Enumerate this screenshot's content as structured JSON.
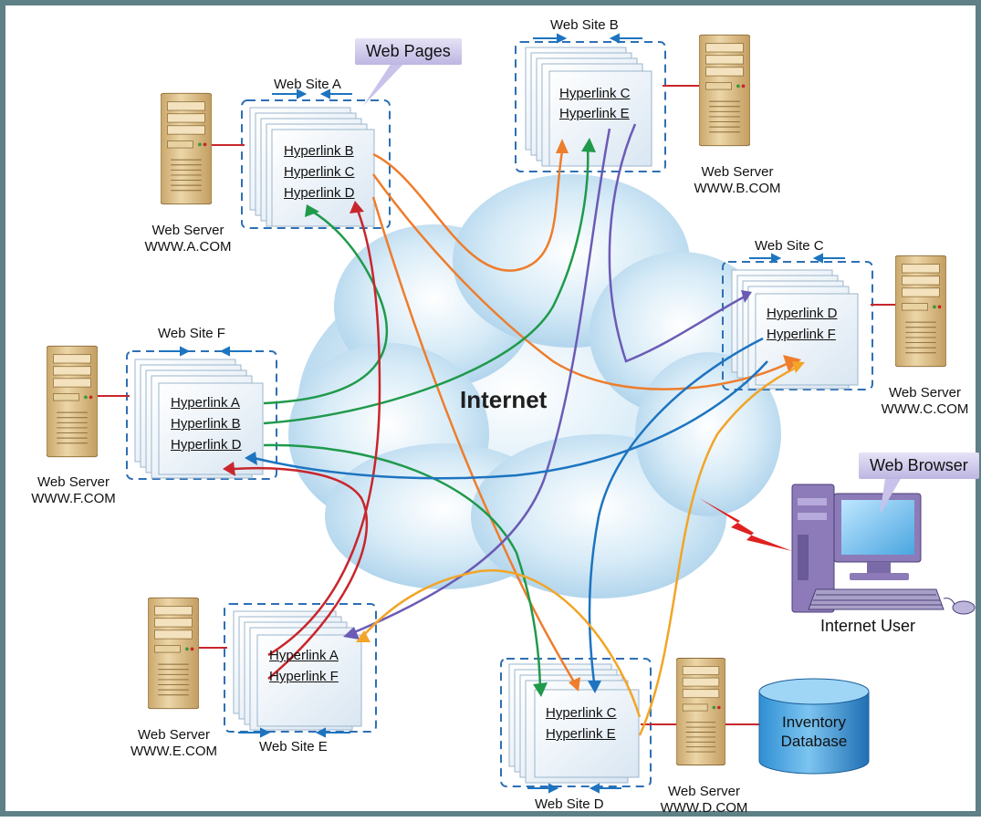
{
  "center_label": "Internet",
  "callouts": {
    "web_pages": "Web Pages",
    "web_browser": "Web Browser"
  },
  "server_title": "Web Server",
  "sites": {
    "A": {
      "site_label": "Web Site A",
      "domain": "WWW.A.COM",
      "links": [
        "Hyperlink B",
        "Hyperlink C",
        "Hyperlink D"
      ]
    },
    "B": {
      "site_label": "Web Site B",
      "domain": "WWW.B.COM",
      "links": [
        "Hyperlink C",
        "Hyperlink E"
      ]
    },
    "C": {
      "site_label": "Web Site C",
      "domain": "WWW.C.COM",
      "links": [
        "Hyperlink D",
        "Hyperlink F"
      ]
    },
    "D": {
      "site_label": "Web Site D",
      "domain": "WWW.D.COM",
      "links": [
        "Hyperlink C",
        "Hyperlink E"
      ]
    },
    "E": {
      "site_label": "Web Site E",
      "domain": "WWW.E.COM",
      "links": [
        "Hyperlink A",
        "Hyperlink F"
      ]
    },
    "F": {
      "site_label": "Web Site F",
      "domain": "WWW.F.COM",
      "links": [
        "Hyperlink A",
        "Hyperlink B",
        "Hyperlink D"
      ]
    }
  },
  "user_label": "Internet User",
  "database_label": [
    "Inventory",
    "Database"
  ],
  "colors": {
    "border": "#5e8086",
    "cloud": "#c9e3f3",
    "dashed_box": "#2e6fb5",
    "link_orange": "#ee7d2c",
    "link_green": "#1f9a4b",
    "link_red": "#c8262c",
    "link_purple": "#6b5bb5",
    "link_blue": "#1d74c0",
    "link_yellow": "#f2a526",
    "server_tan": "#dcc08a",
    "callout": "#c9c2ea"
  }
}
